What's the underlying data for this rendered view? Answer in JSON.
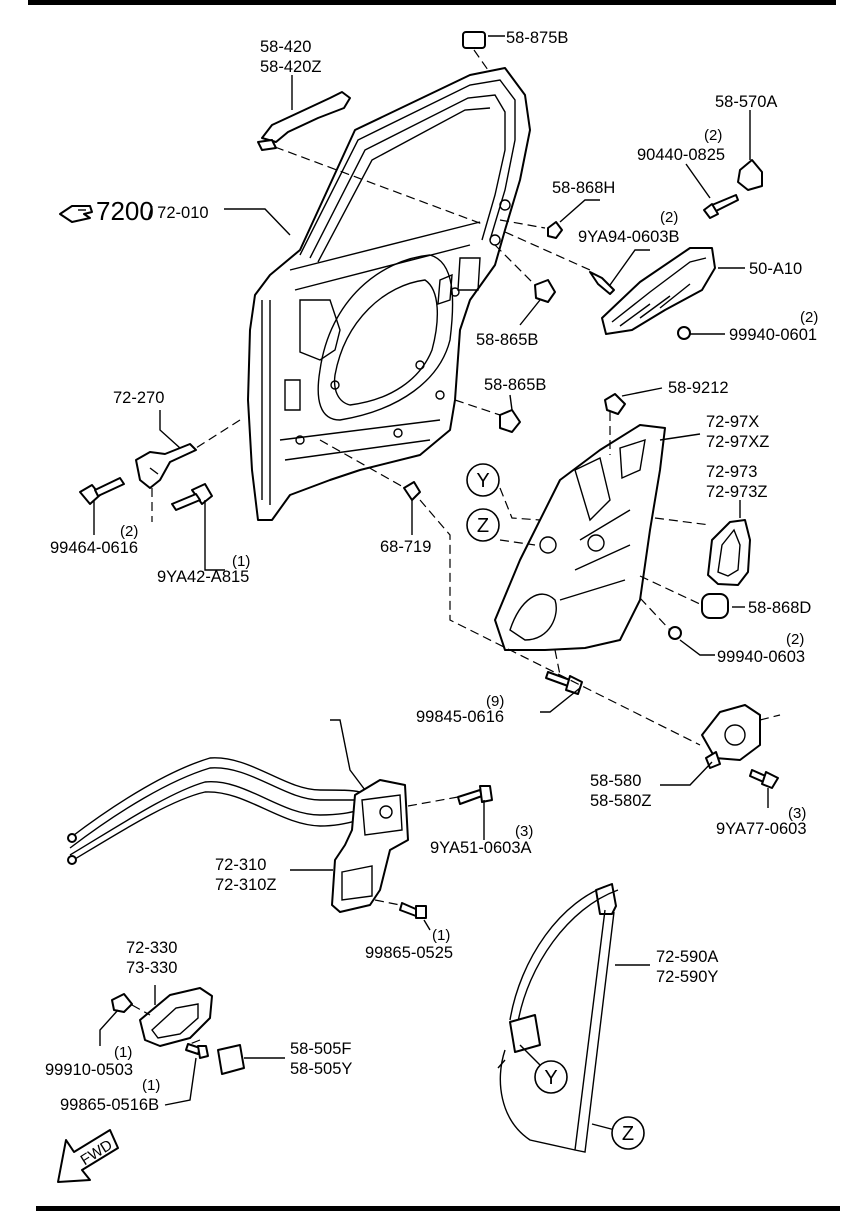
{
  "callouts": {
    "p_58_420": "58-420",
    "p_58_420z": "58-420Z",
    "p_58_875b": "58-875B",
    "p_58_570a": "58-570A",
    "p_90440_qty": "(2)",
    "p_90440": "90440-0825",
    "p_7200": "7200",
    "p_72_010": "/ 72-010",
    "p_58_868h": "58-868H",
    "p_9ya94_qty": "(2)",
    "p_9ya94": "9YA94-0603B",
    "p_50_a10": "50-A10",
    "p_99940a_qty": "(2)",
    "p_99940a": "99940-0601",
    "p_58_865b_a": "58-865B",
    "p_58_865b_b": "58-865B",
    "p_58_9212": "58-9212",
    "p_72_270": "72-270",
    "p_72_97x": "72-97X",
    "p_72_97xz": "72-97XZ",
    "p_72_973": "72-973",
    "p_72_973z": "72-973Z",
    "p_99464_qty": "(2)",
    "p_99464": "99464-0616",
    "p_9ya42_qty": "(1)",
    "p_9ya42": "9YA42-A815",
    "p_68_719": "68-719",
    "p_58_868d": "58-868D",
    "p_99940b_qty": "(2)",
    "p_99940b": "99940-0603",
    "p_99845_qty": "(9)",
    "p_99845": "99845-0616",
    "p_58_580": "58-580",
    "p_58_580z": "58-580Z",
    "p_9ya77_qty": "(3)",
    "p_9ya77": "9YA77-0603",
    "p_9ya51_qty": "(3)",
    "p_9ya51": "9YA51-0603A",
    "p_72_310": "72-310",
    "p_72_310z": "72-310Z",
    "p_99865a_qty": "(1)",
    "p_99865a": "99865-0525",
    "p_72_330": "72-330",
    "p_73_330": "73-330",
    "p_72_590a": "72-590A",
    "p_72_590y": "72-590Y",
    "p_99910_qty": "(1)",
    "p_99910": "99910-0503",
    "p_58_505f": "58-505F",
    "p_58_505y": "58-505Y",
    "p_99865b_qty": "(1)",
    "p_99865b": "99865-0516B"
  },
  "markers": {
    "y_top": "Y",
    "z_top": "Z",
    "y_bottom": "Y",
    "z_bottom": "Z"
  },
  "fwd_label": "FWD",
  "icons": {
    "reference": "pointing-hand-icon",
    "direction": "fwd-arrow-icon"
  }
}
